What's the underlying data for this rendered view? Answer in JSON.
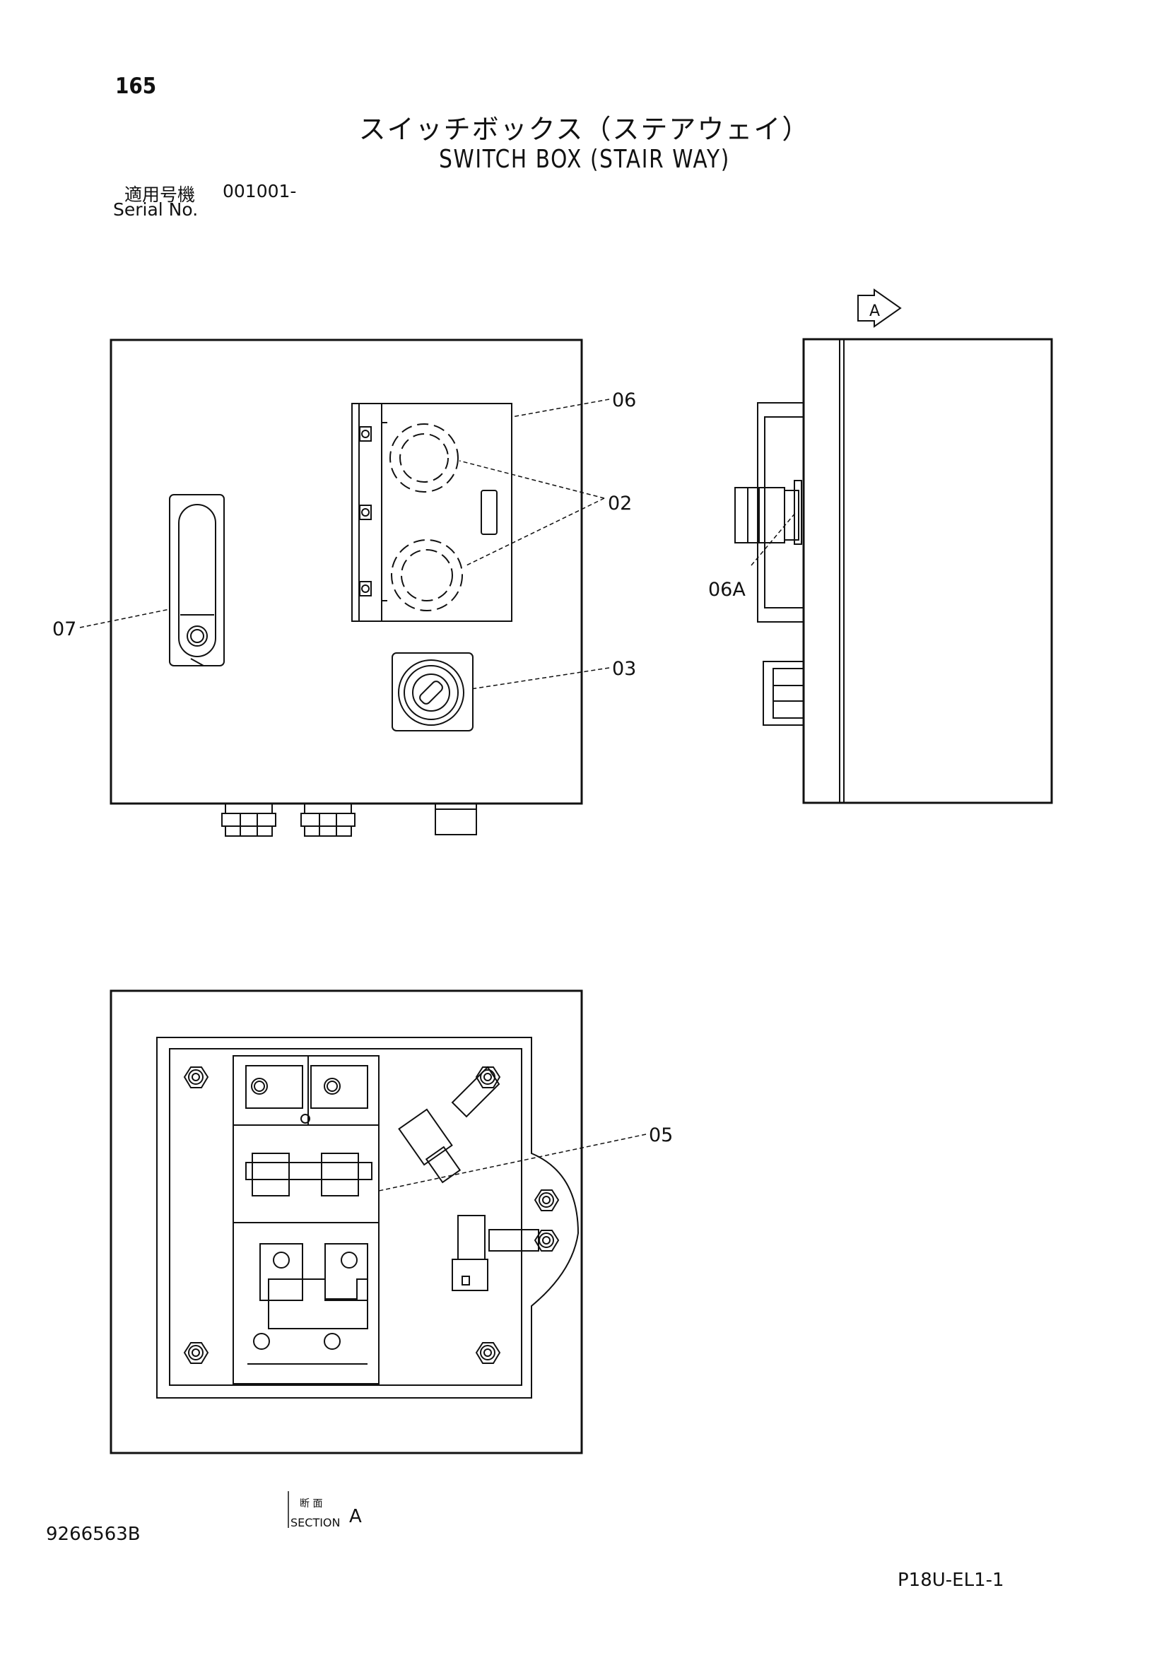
{
  "header": {
    "page_number": "165",
    "title_jp": "スイッチボックス（ステアウェイ）",
    "title_en": "SWITCH BOX (STAIR WAY)"
  },
  "serial": {
    "label_jp": "適用号機",
    "label_en": "Serial No.",
    "value": "001001-"
  },
  "callouts": {
    "c06": "06",
    "c02": "02",
    "c07": "07",
    "c03": "03",
    "c06a": "06A",
    "c05": "05"
  },
  "view_marker": "A",
  "section": {
    "label_jp": "断 面",
    "label_en": "SECTION",
    "letter": "A"
  },
  "footer": {
    "document_number": "9266563B",
    "sheet_code": "P18U-EL1-1"
  }
}
